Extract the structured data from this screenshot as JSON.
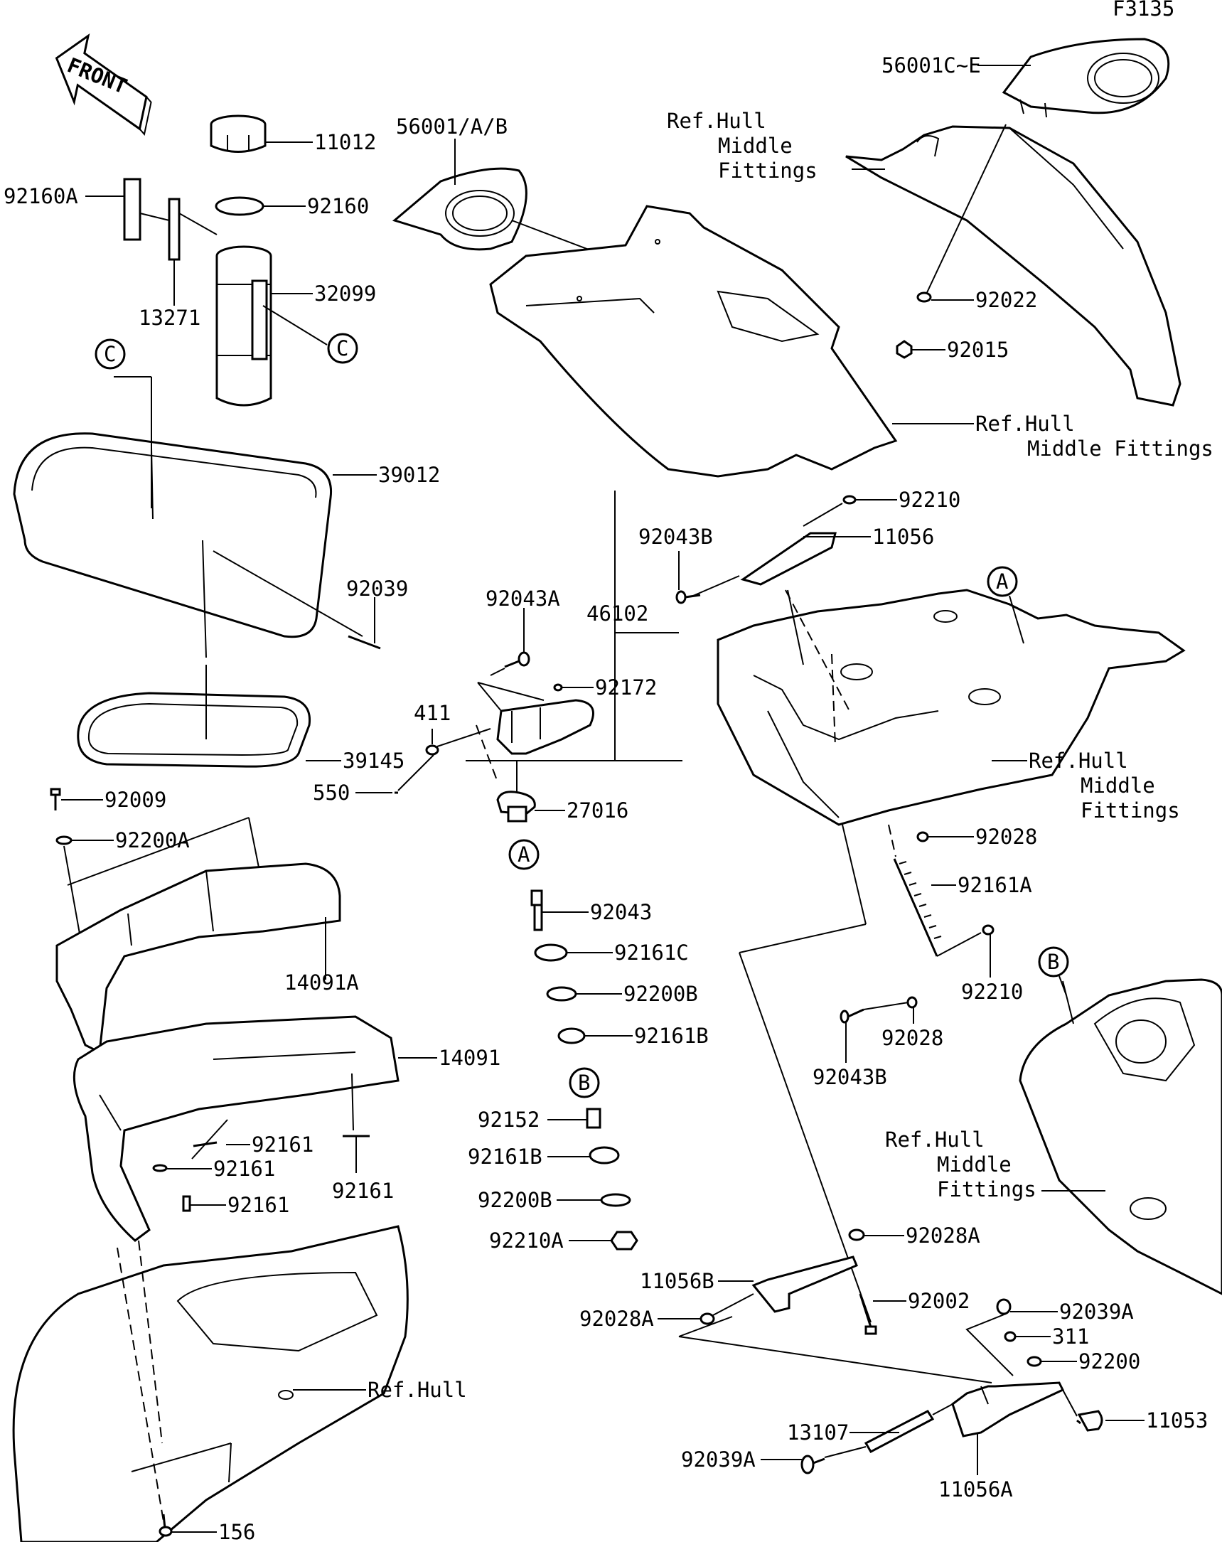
{
  "figure_code": "F3135",
  "front_arrow": {
    "text": "FRONT",
    "icon": "front-arrow-icon"
  },
  "labels": {
    "p56001CE": "56001C~E",
    "p56001AB": "56001/A/B",
    "p11012": "11012",
    "p92160": "92160",
    "p92160A": "92160A",
    "p32099": "32099",
    "p13271": "13271",
    "p92022": "92022",
    "p92015": "92015",
    "p39012": "39012",
    "p92039": "92039",
    "p92210_top": "92210",
    "p11056": "11056",
    "p92043B_top": "92043B",
    "p92043A": "92043A",
    "p46102": "46102",
    "p92172": "92172",
    "p411": "411",
    "p550": "550",
    "p39145": "39145",
    "p27016": "27016",
    "p92009": "92009",
    "p92200A": "92200A",
    "p92043": "92043",
    "p92161C": "92161C",
    "p92200B_top": "92200B",
    "p92161B_top": "92161B",
    "p14091A": "14091A",
    "p14091": "14091",
    "p92161_a": "92161",
    "p92161_b": "92161",
    "p92161_c": "92161",
    "p92161_d": "92161",
    "p92152": "92152",
    "p92161B_bot": "92161B",
    "p92200B_bot": "92200B",
    "p92210A": "92210A",
    "p92028_top": "92028",
    "p92161A": "92161A",
    "p92210_mid": "92210",
    "p92028_mid": "92028",
    "p92043B_bot": "92043B",
    "p92028A_top": "92028A",
    "p11056B": "11056B",
    "p92028A_bot": "92028A",
    "p92002": "92002",
    "p92039A_top": "92039A",
    "p311": "311",
    "p92200": "92200",
    "p11053": "11053",
    "p13107": "13107",
    "p11056A": "11056A",
    "p92039A_bot": "92039A",
    "p156": "156"
  },
  "refs": {
    "ref1": [
      "Ref.Hull",
      "Middle",
      "Fittings"
    ],
    "ref2": [
      "Ref.Hull",
      "Middle Fittings"
    ],
    "ref3": [
      "Ref.Hull",
      "Middle",
      "Fittings"
    ],
    "ref4": [
      "Ref.Hull",
      "Middle",
      "Fittings"
    ],
    "ref5": "Ref.Hull"
  },
  "callouts": {
    "c_top": "C",
    "c_left": "C",
    "a_right": "A",
    "a_mid": "A",
    "b_right": "B",
    "b_mid": "B"
  }
}
